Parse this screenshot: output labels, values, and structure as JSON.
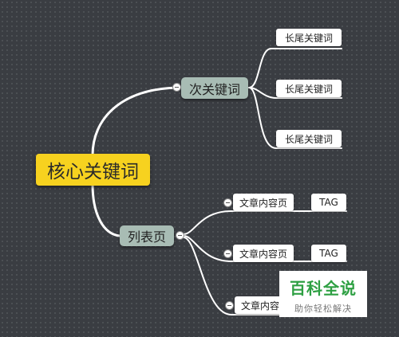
{
  "mindmap": {
    "root": {
      "label": "核心关键词",
      "color": "#f7d21f"
    },
    "branches": [
      {
        "label": "次关键词",
        "children": [
          {
            "label": "长尾关键词"
          },
          {
            "label": "长尾关键词"
          },
          {
            "label": "长尾关键词"
          }
        ]
      },
      {
        "label": "列表页",
        "children": [
          {
            "label": "文章内容页",
            "tag": "TAG"
          },
          {
            "label": "文章内容页",
            "tag": "TAG"
          },
          {
            "label": "文章内容页"
          }
        ]
      }
    ],
    "colors": {
      "background": "#3a3d42",
      "subtopic": "#a8bcb4",
      "leaf": "#ffffff",
      "line": "#ffffff"
    }
  },
  "watermark": {
    "title": "百科全说",
    "subtitle": "助你轻松解决"
  }
}
